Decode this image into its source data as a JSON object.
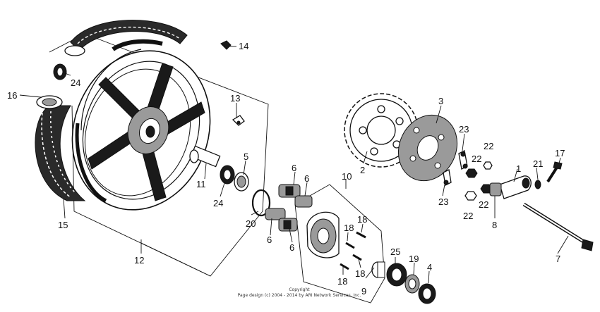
{
  "callouts": [
    "1",
    "2",
    "3",
    "4",
    "5",
    "6",
    "6",
    "6",
    "6",
    "7",
    "8",
    "9",
    "10",
    "11",
    "12",
    "13",
    "14",
    "15",
    "16",
    "17",
    "18",
    "18",
    "18",
    "18",
    "19",
    "20",
    "21",
    "22",
    "22",
    "22",
    "22",
    "23",
    "23",
    "24",
    "24",
    "25"
  ],
  "copyright": {
    "line1": "Copyright",
    "line2": "Page design (c) 2004 - 2014 by ARI Network Services, Inc."
  }
}
